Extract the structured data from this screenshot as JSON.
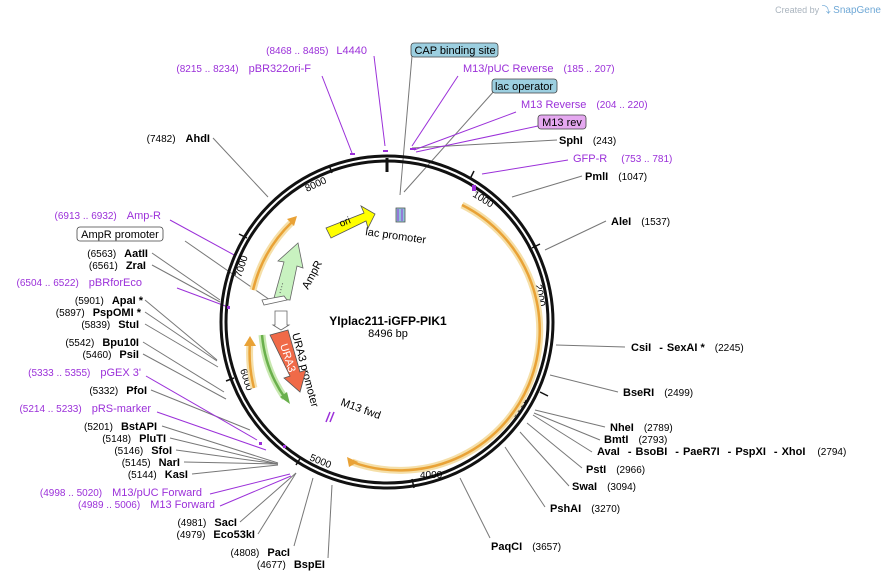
{
  "plasmid": {
    "name": "YIplac211-iGFP-PIK1",
    "size_label": "8496 bp"
  },
  "credit": {
    "prefix": "Created by",
    "brand": "SnapGene"
  },
  "ticks": [
    "1000",
    "2000",
    "3000",
    "4000",
    "5000",
    "6000",
    "7000",
    "8000"
  ],
  "boxed_features": {
    "cap": "CAP binding site",
    "lacop": "lac operator",
    "m13rev": "M13 rev",
    "ampr_promoter": "AmpR promoter"
  },
  "inner_features": {
    "ori": "ori",
    "lac_promoter": "lac promoter",
    "ampr": "AmpR",
    "ura3_promoter": "URA3 promoter",
    "ura3": "URA3",
    "m13fwd": "M13 fwd"
  },
  "primers": [
    {
      "id": "l4440",
      "pos": "(8468 .. 8485)",
      "name": "L4440"
    },
    {
      "id": "pbr322",
      "pos": "(8215 .. 8234)",
      "name": "pBR322ori-F"
    },
    {
      "id": "m13puc-rev",
      "name": "M13/pUC Reverse",
      "pos": "(185 .. 207)"
    },
    {
      "id": "m13rev",
      "name": "M13 Reverse",
      "pos": "(204 .. 220)"
    },
    {
      "id": "gfpr",
      "name": "GFP-R",
      "pos": "(753 .. 781)"
    },
    {
      "id": "ampr-r",
      "pos": "(6913 .. 6932)",
      "name": "Amp-R"
    },
    {
      "id": "pbrforeco",
      "pos": "(6504 .. 6522)",
      "name": "pBRforEco"
    },
    {
      "id": "pgex3",
      "pos": "(5333 .. 5355)",
      "name": "pGEX 3'"
    },
    {
      "id": "prsmarker",
      "pos": "(5214 .. 5233)",
      "name": "pRS-marker"
    },
    {
      "id": "m13puc-fwd",
      "pos": "(4998 .. 5020)",
      "name": "M13/pUC Forward"
    },
    {
      "id": "m13fwd",
      "pos": "(4989 .. 5006)",
      "name": "M13 Forward"
    }
  ],
  "enzymes_right": [
    {
      "id": "sphi",
      "name": "SphI",
      "pos": "(243)"
    },
    {
      "id": "pmli",
      "name": "PmlI",
      "pos": "(1047)"
    },
    {
      "id": "alei",
      "name": "AleI",
      "pos": "(1537)"
    },
    {
      "id": "csii",
      "name": "CsiI",
      "dash": "-",
      "name2": "SexAI *",
      "pos": "(2245)"
    },
    {
      "id": "bseri",
      "name": "BseRI",
      "pos": "(2499)"
    },
    {
      "id": "nhei",
      "name": "NheI",
      "pos": "(2789)"
    },
    {
      "id": "bmti",
      "name": "BmtI",
      "pos": "(2793)"
    },
    {
      "id": "pshai",
      "name": "PshAI",
      "pos": "(3270)"
    },
    {
      "id": "psti",
      "name": "PstI",
      "pos": "(2966)"
    },
    {
      "id": "swai",
      "name": "SwaI",
      "pos": "(3094)"
    },
    {
      "id": "paqci",
      "name": "PaqCI",
      "pos": "(3657)"
    }
  ],
  "enzyme_multi": {
    "names": [
      "AvaI",
      "-",
      "BsoBI",
      "-",
      "PaeR7I",
      "-",
      "PspXI",
      "-",
      "XhoI"
    ],
    "pos": "(2794)"
  },
  "enzymes_left": [
    {
      "id": "ahdi",
      "pos": "(7482)",
      "name": "AhdI"
    },
    {
      "id": "aatii",
      "pos": "(6563)",
      "name": "AatII"
    },
    {
      "id": "zrai",
      "pos": "(6561)",
      "name": "ZraI"
    },
    {
      "id": "apai",
      "pos": "(5901)",
      "name": "ApaI *"
    },
    {
      "id": "pspomi",
      "pos": "(5897)",
      "name": "PspOMI *"
    },
    {
      "id": "stui",
      "pos": "(5839)",
      "name": "StuI"
    },
    {
      "id": "bpu10i",
      "pos": "(5542)",
      "name": "Bpu10I"
    },
    {
      "id": "psii",
      "pos": "(5460)",
      "name": "PsiI"
    },
    {
      "id": "pfoi",
      "pos": "(5332)",
      "name": "PfoI"
    },
    {
      "id": "bstapi",
      "pos": "(5201)",
      "name": "BstAPI"
    },
    {
      "id": "pluti",
      "pos": "(5148)",
      "name": "PluTI"
    },
    {
      "id": "sfoi",
      "pos": "(5146)",
      "name": "SfoI"
    },
    {
      "id": "nari",
      "pos": "(5145)",
      "name": "NarI"
    },
    {
      "id": "kasi",
      "pos": "(5144)",
      "name": "KasI"
    },
    {
      "id": "saci",
      "pos": "(4981)",
      "name": "SacI"
    },
    {
      "id": "eco53ki",
      "pos": "(4979)",
      "name": "Eco53kI"
    },
    {
      "id": "paci",
      "pos": "(4808)",
      "name": "PacI"
    },
    {
      "id": "bspei",
      "pos": "(4677)",
      "name": "BspEI"
    }
  ]
}
